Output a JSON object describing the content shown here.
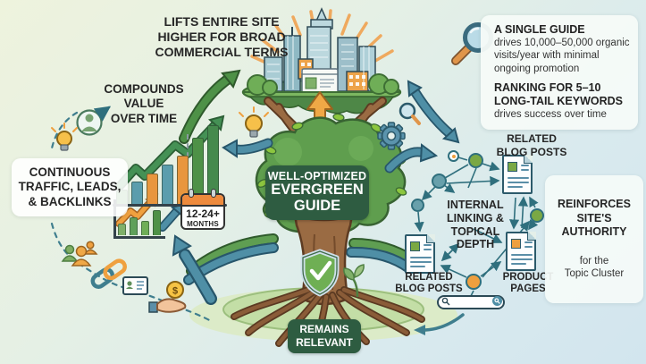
{
  "title": "Well-Optimized Evergreen Guide — SEO benefits diagram",
  "callouts": {
    "lifts": "LIFTS ENTIRE SITE\nHIGHER FOR BROAD\nCOMMERCIAL TERMS",
    "compounds": "COMPOUNDS\nVALUE\nOVER TIME",
    "continuous": "CONTINUOUS\nTRAFFIC, LEADS,\n& BACKLINKS",
    "related_posts_top": "RELATED\nBLOG POSTS",
    "internal_linking": "INTERNAL\nLINKING &\nTOPICAL\nDEPTH",
    "related_posts_bottom": "RELATED\nBLOG POSTS",
    "product_pages": "PRODUCT\nPAGES",
    "reinforces_bold": "REINFORCES\nSITE'S\nAUTHORITY",
    "reinforces_sub": "for the\nTopic Cluster"
  },
  "info_box": {
    "line1_bold": "A SINGLE GUIDE",
    "line1_text": "drives 10,000–50,000 organic visits/year with minimal ongoing promotion",
    "line2_bold": "RANKING FOR 5–10 LONG-TAIL KEYWORDS",
    "line2_text": "drives success over time"
  },
  "tree": {
    "badge_line1": "WELL-OPTIMIZED",
    "badge_line2": "EVERGREEN",
    "badge_line3": "GUIDE",
    "root_badge": "REMAINS\nRELEVANT"
  },
  "calendar": {
    "duration": "12-24+",
    "unit": "MONTHS"
  },
  "chart_data": [
    {
      "type": "bar",
      "name": "compounding-traffic-chart",
      "values": [
        16,
        25,
        34,
        44,
        54,
        74,
        88
      ],
      "colors": [
        "#5fa05a",
        "#5b9dad",
        "#e8963e",
        "#5b9dad",
        "#e8963e",
        "#4e9147",
        "#458a4d"
      ],
      "trend_arrow": "green-up",
      "units": "relative-height-px",
      "title": "",
      "xlabel": "",
      "ylabel": ""
    },
    {
      "type": "bar",
      "name": "early-growth-chart",
      "values": [
        13,
        20,
        16,
        28
      ],
      "colors": [
        "#7fb069",
        "#5fa05a",
        "#6fae57",
        "#4e9147"
      ],
      "trend_arrow": "orange-up",
      "units": "relative-height-px",
      "title": "",
      "xlabel": "",
      "ylabel": ""
    }
  ],
  "icons": [
    "magnifier-large-icon",
    "magnifier-small-icon",
    "gear-icon",
    "lightbulb-icon",
    "avatar-icon",
    "people-group-icon",
    "chain-link-icon",
    "id-card-icon",
    "hand-coin-icon",
    "calendar-icon",
    "shield-check-icon",
    "search-bar",
    "document-icon",
    "sun-rays",
    "city-skyline",
    "evergreen-tree"
  ],
  "colors": {
    "accent_teal": "#4f8fa6",
    "accent_green": "#4e9147",
    "accent_orange": "#efa03f",
    "badge_green": "#2e5c41",
    "canopy_green": "#5f9e4e",
    "trunk_brown": "#9a6b43",
    "text_dark": "#262626",
    "bg_top": "#eef3dd",
    "bg_bottom": "#d2e5ee"
  }
}
